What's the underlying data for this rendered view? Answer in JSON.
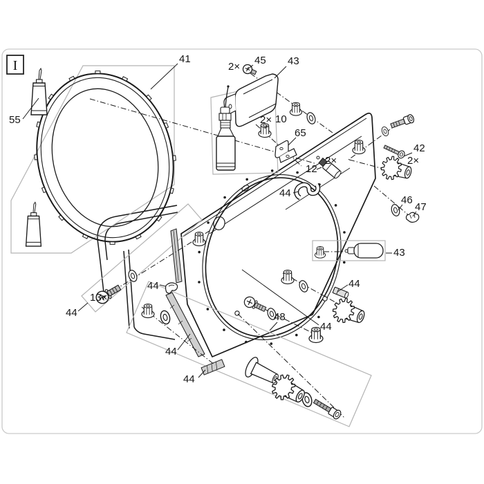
{
  "legend": {
    "label": "I"
  },
  "callouts": [
    {
      "text": "41"
    },
    {
      "text": "2×"
    },
    {
      "text": "45"
    },
    {
      "text": "43"
    },
    {
      "text": "55"
    },
    {
      "text": "2×"
    },
    {
      "text": "10"
    },
    {
      "text": "65"
    },
    {
      "text": "42"
    },
    {
      "text": "2×"
    },
    {
      "text": "2×"
    },
    {
      "text": "12"
    },
    {
      "text": "44"
    },
    {
      "text": "46"
    },
    {
      "text": "47"
    },
    {
      "text": "43"
    },
    {
      "text": "44"
    },
    {
      "text": "44"
    },
    {
      "text": "13×"
    },
    {
      "text": "44"
    },
    {
      "text": "44"
    },
    {
      "text": "44"
    },
    {
      "text": "44"
    },
    {
      "text": "48"
    }
  ],
  "colors": {
    "line": "#1a1a1a",
    "frame": "#c9c9c9",
    "group_box": "#b3b3b3",
    "part_fill": "#ffffff",
    "metal_fill": "#c4c4c4",
    "strip_fill": "#cfcfcf"
  }
}
